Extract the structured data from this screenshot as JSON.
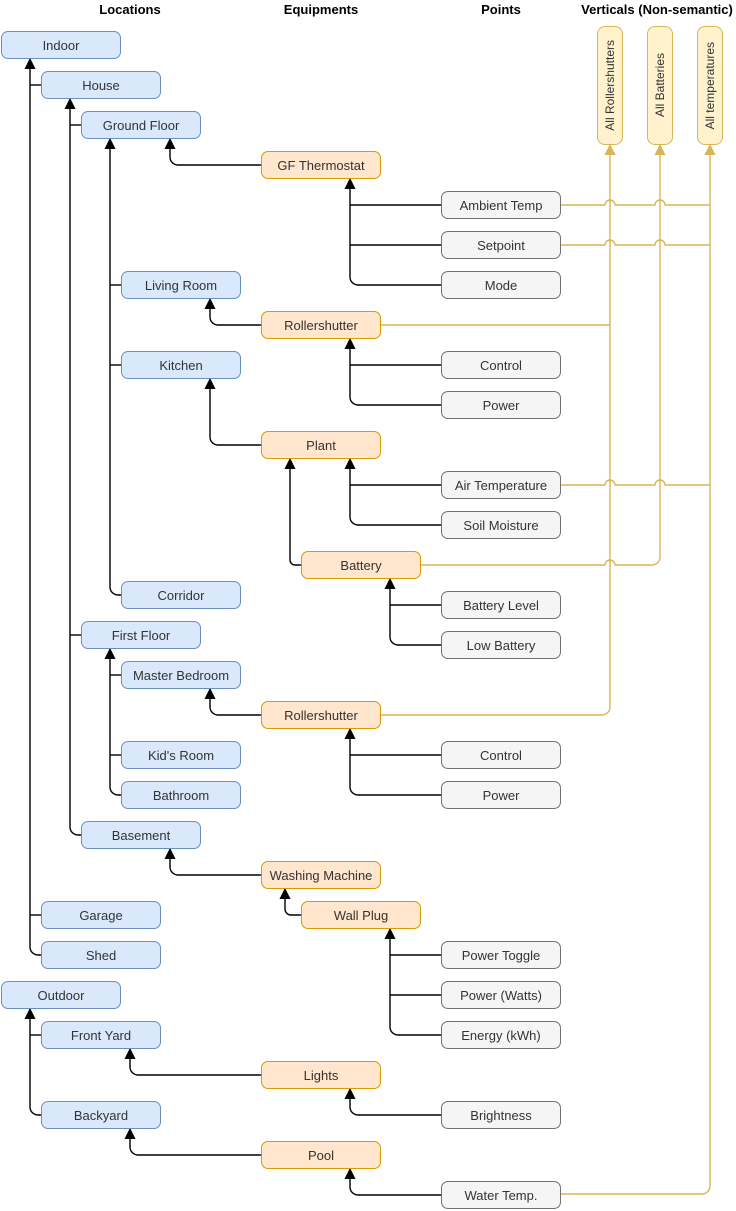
{
  "headers": {
    "locations": "Locations",
    "equipments": "Equipments",
    "points": "Points",
    "verticals": "Verticals (Non-semantic)"
  },
  "locations": [
    {
      "label": "Indoor"
    },
    {
      "label": "House"
    },
    {
      "label": "Ground Floor"
    },
    {
      "label": "Living Room"
    },
    {
      "label": "Kitchen"
    },
    {
      "label": "Corridor"
    },
    {
      "label": "First Floor"
    },
    {
      "label": "Master Bedroom"
    },
    {
      "label": "Kid's Room"
    },
    {
      "label": "Bathroom"
    },
    {
      "label": "Basement"
    },
    {
      "label": "Garage"
    },
    {
      "label": "Shed"
    },
    {
      "label": "Outdoor"
    },
    {
      "label": "Front Yard"
    },
    {
      "label": "Backyard"
    }
  ],
  "equipments": [
    {
      "label": "GF Thermostat"
    },
    {
      "label": "Rollershutter"
    },
    {
      "label": "Plant"
    },
    {
      "label": "Battery"
    },
    {
      "label": "Rollershutter"
    },
    {
      "label": "Washing Machine"
    },
    {
      "label": "Wall Plug"
    },
    {
      "label": "Lights"
    },
    {
      "label": "Pool"
    }
  ],
  "points": [
    {
      "label": "Ambient Temp"
    },
    {
      "label": "Setpoint"
    },
    {
      "label": "Mode"
    },
    {
      "label": "Control"
    },
    {
      "label": "Power"
    },
    {
      "label": "Air Temperature"
    },
    {
      "label": "Soil Moisture"
    },
    {
      "label": "Battery Level"
    },
    {
      "label": "Low Battery"
    },
    {
      "label": "Control"
    },
    {
      "label": "Power"
    },
    {
      "label": "Power Toggle"
    },
    {
      "label": "Power (Watts)"
    },
    {
      "label": "Energy (kWh)"
    },
    {
      "label": "Brightness"
    },
    {
      "label": "Water Temp."
    }
  ],
  "verticals": [
    {
      "label": "All Rollershutters"
    },
    {
      "label": "All Batteries"
    },
    {
      "label": "All temperatures"
    }
  ],
  "edges": {
    "semantic": [
      {
        "from": "House",
        "to": "Indoor"
      },
      {
        "from": "Garage",
        "to": "Indoor"
      },
      {
        "from": "Shed",
        "to": "Indoor"
      },
      {
        "from": "Ground Floor",
        "to": "House"
      },
      {
        "from": "First Floor",
        "to": "House"
      },
      {
        "from": "Basement",
        "to": "House"
      },
      {
        "from": "Living Room",
        "to": "Ground Floor"
      },
      {
        "from": "Kitchen",
        "to": "Ground Floor"
      },
      {
        "from": "Corridor",
        "to": "Ground Floor"
      },
      {
        "from": "Master Bedroom",
        "to": "First Floor"
      },
      {
        "from": "Kid's Room",
        "to": "First Floor"
      },
      {
        "from": "Bathroom",
        "to": "First Floor"
      },
      {
        "from": "Front Yard",
        "to": "Outdoor"
      },
      {
        "from": "Backyard",
        "to": "Outdoor"
      },
      {
        "from": "GF Thermostat",
        "to": "Ground Floor"
      },
      {
        "from": "Rollershutter (GF)",
        "to": "Living Room"
      },
      {
        "from": "Plant",
        "to": "Kitchen"
      },
      {
        "from": "Battery",
        "to": "Plant"
      },
      {
        "from": "Rollershutter (FF)",
        "to": "Master Bedroom"
      },
      {
        "from": "Washing Machine",
        "to": "Basement"
      },
      {
        "from": "Wall Plug",
        "to": "Washing Machine"
      },
      {
        "from": "Lights",
        "to": "Front Yard"
      },
      {
        "from": "Pool",
        "to": "Backyard"
      },
      {
        "from": "Ambient Temp",
        "to": "GF Thermostat"
      },
      {
        "from": "Setpoint",
        "to": "GF Thermostat"
      },
      {
        "from": "Mode",
        "to": "GF Thermostat"
      },
      {
        "from": "Control (GF)",
        "to": "Rollershutter (GF)"
      },
      {
        "from": "Power (GF)",
        "to": "Rollershutter (GF)"
      },
      {
        "from": "Air Temperature",
        "to": "Plant"
      },
      {
        "from": "Soil Moisture",
        "to": "Plant"
      },
      {
        "from": "Battery Level",
        "to": "Battery"
      },
      {
        "from": "Low Battery",
        "to": "Battery"
      },
      {
        "from": "Control (FF)",
        "to": "Rollershutter (FF)"
      },
      {
        "from": "Power (FF)",
        "to": "Rollershutter (FF)"
      },
      {
        "from": "Power Toggle",
        "to": "Wall Plug"
      },
      {
        "from": "Power (Watts)",
        "to": "Wall Plug"
      },
      {
        "from": "Energy (kWh)",
        "to": "Wall Plug"
      },
      {
        "from": "Brightness",
        "to": "Lights"
      },
      {
        "from": "Water Temp.",
        "to": "Pool"
      }
    ],
    "non_semantic": [
      {
        "from": "Rollershutter (GF)",
        "to": "All Rollershutters"
      },
      {
        "from": "Rollershutter (FF)",
        "to": "All Rollershutters"
      },
      {
        "from": "Battery",
        "to": "All Batteries"
      },
      {
        "from": "Ambient Temp",
        "to": "All temperatures"
      },
      {
        "from": "Setpoint",
        "to": "All temperatures"
      },
      {
        "from": "Air Temperature",
        "to": "All temperatures"
      },
      {
        "from": "Water Temp.",
        "to": "All temperatures"
      }
    ]
  },
  "colors": {
    "location_fill": "#dae8fc",
    "location_border": "#6c8ebf",
    "equipment_fill": "#ffe6cc",
    "equipment_border": "#d79b00",
    "point_fill": "#f5f5f5",
    "point_border": "#707070",
    "vertical_fill": "#fff2cc",
    "vertical_border": "#d6b656",
    "semantic_edge": "#000000",
    "non_semantic_edge": "#d6b656"
  }
}
